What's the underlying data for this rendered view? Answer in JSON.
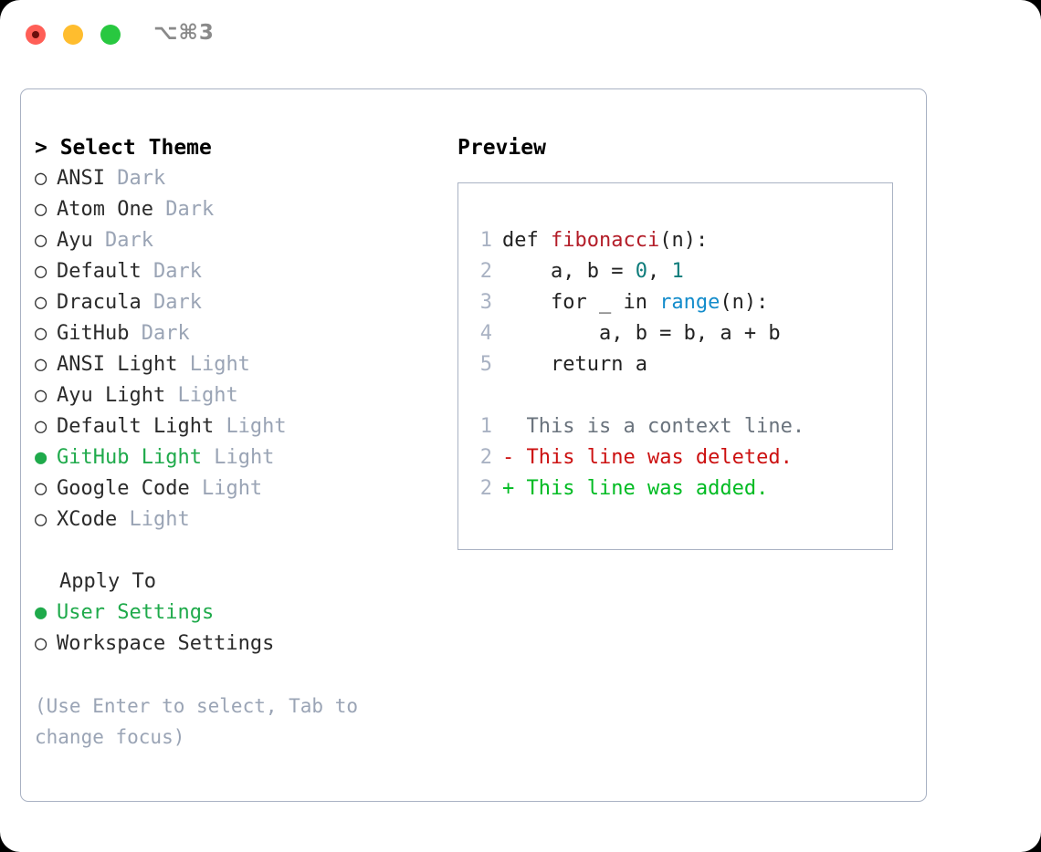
{
  "window": {
    "shortcut_label": "⌥⌘3",
    "traffic_lights": [
      {
        "name": "close",
        "color": "#ff5f57"
      },
      {
        "name": "minimize",
        "color": "#ffbd2e"
      },
      {
        "name": "maximize",
        "color": "#28c840"
      }
    ]
  },
  "theme_picker": {
    "header": "> Select Theme",
    "selected_theme": "GitHub Light",
    "items": [
      {
        "bullet": "○",
        "name": "ANSI",
        "tag": "Dark",
        "selected": false
      },
      {
        "bullet": "○",
        "name": "Atom One",
        "tag": "Dark",
        "selected": false
      },
      {
        "bullet": "○",
        "name": "Ayu",
        "tag": "Dark",
        "selected": false
      },
      {
        "bullet": "○",
        "name": "Default",
        "tag": "Dark",
        "selected": false
      },
      {
        "bullet": "○",
        "name": "Dracula",
        "tag": "Dark",
        "selected": false
      },
      {
        "bullet": "○",
        "name": "GitHub",
        "tag": "Dark",
        "selected": false
      },
      {
        "bullet": "○",
        "name": "ANSI Light",
        "tag": "Light",
        "selected": false
      },
      {
        "bullet": "○",
        "name": "Ayu Light",
        "tag": "Light",
        "selected": false
      },
      {
        "bullet": "○",
        "name": "Default Light",
        "tag": "Light",
        "selected": false
      },
      {
        "bullet": "●",
        "name": "GitHub Light",
        "tag": "Light",
        "selected": true
      },
      {
        "bullet": "○",
        "name": "Google Code",
        "tag": "Light",
        "selected": false
      },
      {
        "bullet": "○",
        "name": "XCode",
        "tag": "Light",
        "selected": false
      }
    ]
  },
  "apply_to": {
    "header": "Apply To",
    "selected": "User Settings",
    "items": [
      {
        "bullet": "●",
        "label": "User Settings",
        "selected": true
      },
      {
        "bullet": "○",
        "label": "Workspace Settings",
        "selected": false
      }
    ]
  },
  "hint": "(Use Enter to select, Tab to change focus)",
  "preview": {
    "header": "Preview",
    "code_lines": [
      {
        "num": "1",
        "tokens": [
          {
            "t": "def ",
            "c": "plain"
          },
          {
            "t": "fibonacci",
            "c": "fn"
          },
          {
            "t": "(n):",
            "c": "plain"
          }
        ]
      },
      {
        "num": "2",
        "tokens": [
          {
            "t": "    a, b = ",
            "c": "plain"
          },
          {
            "t": "0",
            "c": "num"
          },
          {
            "t": ", ",
            "c": "plain"
          },
          {
            "t": "1",
            "c": "num"
          }
        ]
      },
      {
        "num": "3",
        "tokens": [
          {
            "t": "    for _ in ",
            "c": "plain"
          },
          {
            "t": "range",
            "c": "call"
          },
          {
            "t": "(n):",
            "c": "plain"
          }
        ]
      },
      {
        "num": "4",
        "tokens": [
          {
            "t": "        a, b = b, a + b",
            "c": "plain"
          }
        ]
      },
      {
        "num": "5",
        "tokens": [
          {
            "t": "    return a",
            "c": "plain"
          }
        ]
      }
    ],
    "diff_lines": [
      {
        "num": "1",
        "marker": "  ",
        "text": "This is a context line.",
        "kind": "ctx"
      },
      {
        "num": "2",
        "marker": "- ",
        "text": "This line was deleted.",
        "kind": "del"
      },
      {
        "num": "2",
        "marker": "+ ",
        "text": "This line was added.",
        "kind": "add"
      }
    ]
  },
  "colors": {
    "accent_green": "#1faa4b",
    "border": "#a9b2c3",
    "muted": "#9aa4b5",
    "diff_add": "#00bb22",
    "diff_del": "#cc1111",
    "syntax_function": "#b31d28",
    "syntax_number": "#0e7c7b",
    "syntax_call": "#138ccb"
  }
}
